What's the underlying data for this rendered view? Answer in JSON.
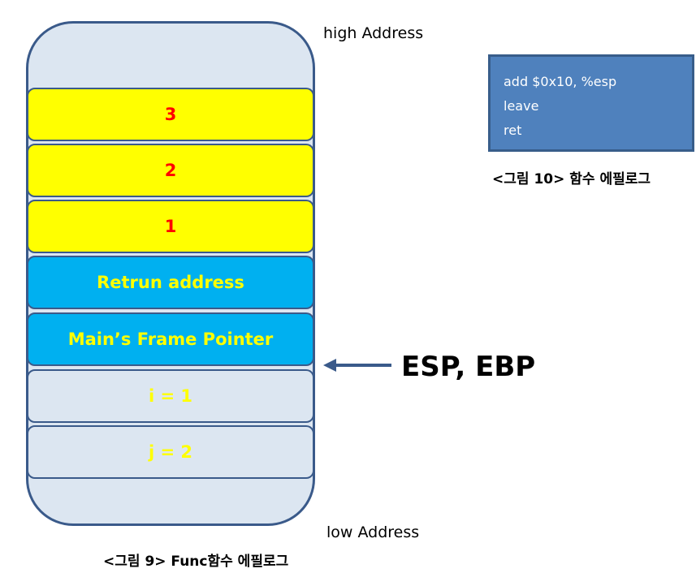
{
  "labels": {
    "high": "high Address",
    "low": "low Address",
    "pointer": "ESP, EBP"
  },
  "stack": [
    {
      "text": "3",
      "style": "yellow"
    },
    {
      "text": "2",
      "style": "yellow"
    },
    {
      "text": "1",
      "style": "yellow"
    },
    {
      "text": "Retrun address",
      "style": "cyan"
    },
    {
      "text": "Main’s Frame Pointer",
      "style": "cyan"
    },
    {
      "text": "i = 1",
      "style": "pale"
    },
    {
      "text": "j = 2",
      "style": "pale"
    }
  ],
  "code": {
    "lines": [
      "add $0x10, %esp",
      "leave",
      "ret"
    ]
  },
  "captions": {
    "fig10": "<그림 10> 함수 에필로그",
    "fig9": "<그림 9> Func함수 에필로그"
  },
  "colors": {
    "stack_outline": "#3a5a8a",
    "stack_bg": "#dce6f1",
    "yellow_slot": "#ffff00",
    "yellow_text": "#ff0000",
    "cyan_slot": "#00b0f0",
    "cyan_text": "#ffff00",
    "code_bg": "#4f81bd",
    "arrow": "#3a5a8a"
  }
}
